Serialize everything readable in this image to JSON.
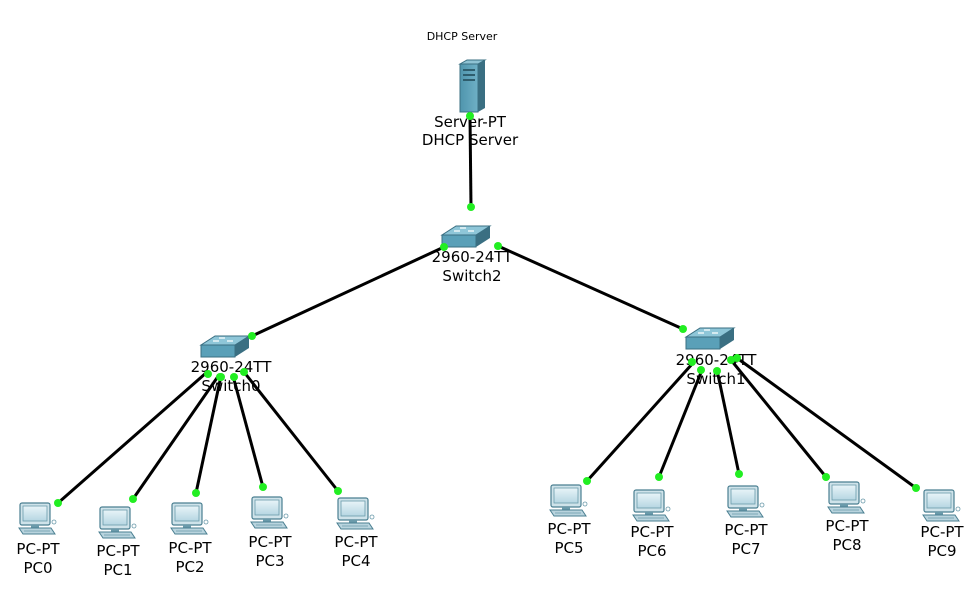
{
  "note": {
    "text": "DHCP Server"
  },
  "colors": {
    "link": "#000000",
    "port_up": "#22ee22",
    "device": "#5aa0b8",
    "device_dark": "#3a6f82"
  },
  "server": {
    "model": "Server-PT",
    "name": "DHCP Server",
    "icon": "server-icon"
  },
  "switches": [
    {
      "id": "sw2",
      "model": "2960-24TT",
      "name": "Switch2",
      "icon": "switch-icon"
    },
    {
      "id": "sw0",
      "model": "2960-24TT",
      "name": "Switch0",
      "icon": "switch-icon"
    },
    {
      "id": "sw1",
      "model": "2960-24TT",
      "name": "Switch1",
      "icon": "switch-icon"
    }
  ],
  "pcs": [
    {
      "model": "PC-PT",
      "name": "PC0",
      "icon": "pc-icon"
    },
    {
      "model": "PC-PT",
      "name": "PC1",
      "icon": "pc-icon"
    },
    {
      "model": "PC-PT",
      "name": "PC2",
      "icon": "pc-icon"
    },
    {
      "model": "PC-PT",
      "name": "PC3",
      "icon": "pc-icon"
    },
    {
      "model": "PC-PT",
      "name": "PC4",
      "icon": "pc-icon"
    },
    {
      "model": "PC-PT",
      "name": "PC5",
      "icon": "pc-icon"
    },
    {
      "model": "PC-PT",
      "name": "PC6",
      "icon": "pc-icon"
    },
    {
      "model": "PC-PT",
      "name": "PC7",
      "icon": "pc-icon"
    },
    {
      "model": "PC-PT",
      "name": "PC8",
      "icon": "pc-icon"
    },
    {
      "model": "PC-PT",
      "name": "PC9",
      "icon": "pc-icon"
    }
  ]
}
